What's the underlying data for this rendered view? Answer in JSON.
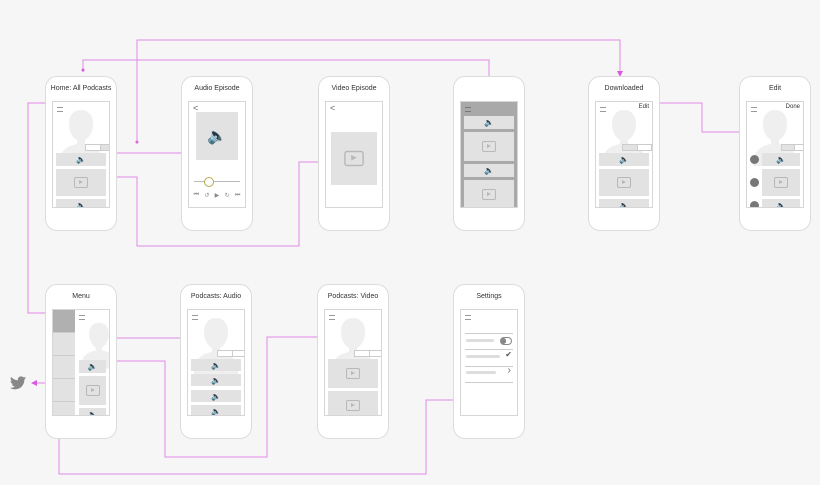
{
  "screens": {
    "home": {
      "title": "Home: All Podcasts"
    },
    "audio_episode": {
      "title": "Audio Episode",
      "controls": [
        "⏮",
        "↺",
        "▶",
        "↻",
        "⏭"
      ]
    },
    "video_episode": {
      "title": "Video Episode"
    },
    "menu_overlay": {
      "title": ""
    },
    "downloaded": {
      "title": "Downloaded",
      "edit_label": "Edit"
    },
    "edit": {
      "title": "Edit",
      "done_label": "Done"
    },
    "menu": {
      "title": "Menu"
    },
    "podcasts_audio": {
      "title": "Podcasts: Audio"
    },
    "podcasts_video": {
      "title": "Podcasts: Video"
    },
    "settings": {
      "title": "Settings"
    }
  },
  "icons": {
    "speaker": "🔈",
    "back": "<",
    "check": "✔",
    "chevron": "›",
    "twitter": "twitter-bird-icon"
  },
  "colors": {
    "background": "#f6f6f6",
    "link": "#d95be0",
    "card": "#e2e2e2",
    "border": "#dcdcdc"
  }
}
